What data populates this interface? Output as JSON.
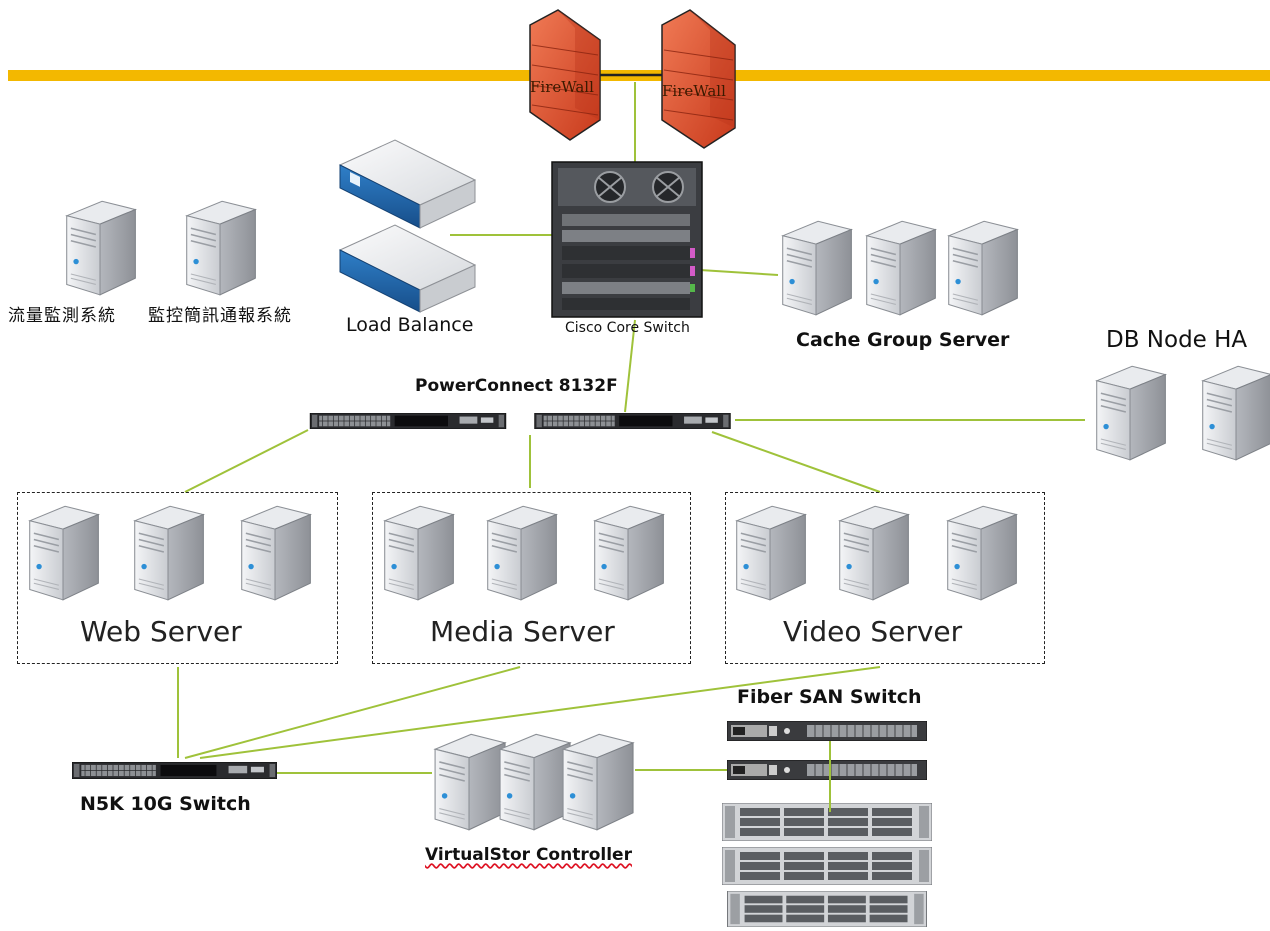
{
  "firewalls": [
    "FireWall",
    "FireWall"
  ],
  "core_switch": "Cisco Core Switch",
  "load_balance": "Load Balance",
  "monitor_systems": [
    "流量監測系統",
    "監控簡訊通報系統"
  ],
  "cache_group": "Cache Group Server",
  "db_node": "DB Node HA",
  "aggregation_switch": "PowerConnect 8132F",
  "groups": {
    "web": "Web Server",
    "media": "Media Server",
    "video": "Video Server"
  },
  "fiber_switch": "Fiber SAN Switch",
  "n5k_switch": "N5K 10G Switch",
  "storage_controller": "VirtualStor Controller",
  "colors": {
    "backbone": "#f3b800",
    "link": "#9fc23a",
    "firewall": "#e0502c"
  }
}
